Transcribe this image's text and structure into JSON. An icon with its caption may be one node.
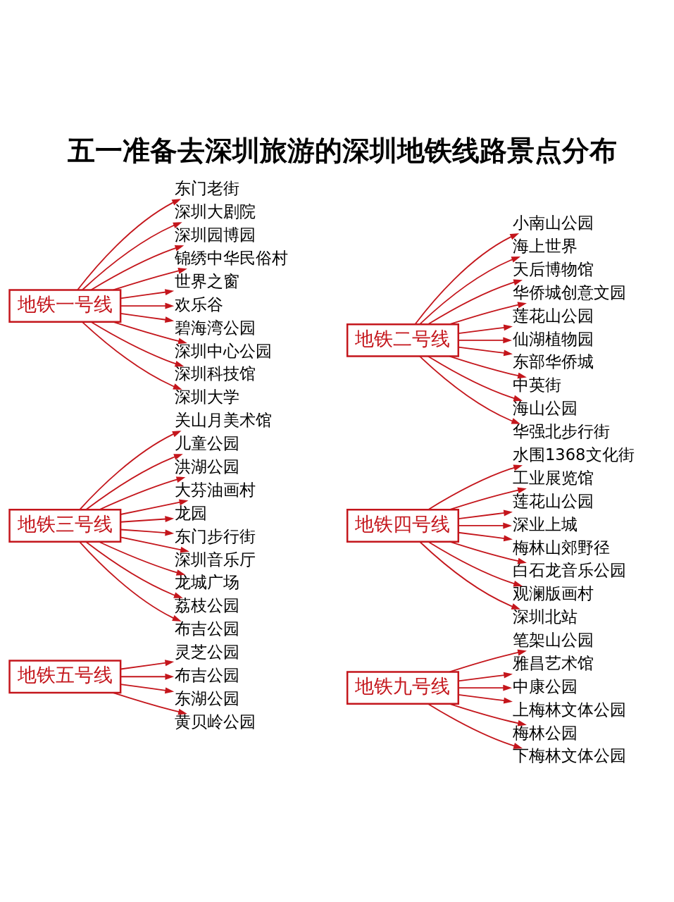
{
  "diagram": {
    "title": "五一准备去深圳旅游的深圳地铁线路景点分布",
    "nodes": [
      {
        "text": [
          "地铁一号线"
        ]
      },
      {
        "text": [
          "东门老街"
        ]
      },
      {
        "text": [
          "深圳大剧院"
        ]
      },
      {
        "text": [
          "深圳园博园"
        ]
      },
      {
        "text": [
          "锦绣中华民俗村"
        ]
      },
      {
        "text": [
          "世界之窗"
        ]
      },
      {
        "text": [
          "欢乐谷"
        ]
      },
      {
        "text": [
          "碧海湾公园"
        ]
      },
      {
        "text": [
          "深圳中心公园"
        ]
      },
      {
        "text": [
          "深圳科技馆"
        ]
      },
      {
        "text": [
          "深圳大学"
        ]
      },
      {
        "text": [
          "地铁二号线"
        ]
      },
      {
        "text": [
          "小南山公园"
        ]
      },
      {
        "text": [
          "海上世界"
        ]
      },
      {
        "text": [
          "天后博物馆"
        ]
      },
      {
        "text": [
          "华侨城创意文园"
        ]
      },
      {
        "text": [
          "莲花山公园"
        ]
      },
      {
        "text": [
          "仙湖植物园"
        ]
      },
      {
        "text": [
          "东部华侨城"
        ]
      },
      {
        "text": [
          "中英街"
        ]
      },
      {
        "text": [
          "海山公园"
        ]
      },
      {
        "text": [
          "华强北步行街"
        ]
      },
      {
        "text": [
          "地铁三号线"
        ]
      },
      {
        "text": [
          "关山月美术馆"
        ]
      },
      {
        "text": [
          "儿童公园"
        ]
      },
      {
        "text": [
          "洪湖公园"
        ]
      },
      {
        "text": [
          "大芬油画村"
        ]
      },
      {
        "text": [
          "龙园"
        ]
      },
      {
        "text": [
          "东门步行街"
        ]
      },
      {
        "text": [
          "深圳音乐厅"
        ]
      },
      {
        "text": [
          "龙城广场"
        ]
      },
      {
        "text": [
          "荔枝公园"
        ]
      },
      {
        "text": [
          "布吉公园"
        ]
      },
      {
        "text": [
          "地铁四号线"
        ]
      },
      {
        "text": [
          "水围1368文化街"
        ]
      },
      {
        "text": [
          "工业展览馆"
        ]
      },
      {
        "text": [
          "莲花山公园"
        ]
      },
      {
        "text": [
          "深业上城"
        ]
      },
      {
        "text": [
          "梅林山郊野径"
        ]
      },
      {
        "text": [
          "白石龙音乐公园"
        ]
      },
      {
        "text": [
          "观澜版画村"
        ]
      },
      {
        "text": [
          "深圳北站"
        ]
      },
      {
        "text": [
          "地铁五号线"
        ]
      },
      {
        "text": [
          "灵芝公园"
        ]
      },
      {
        "text": [
          "布吉公园"
        ]
      },
      {
        "text": [
          "东湖公园"
        ]
      },
      {
        "text": [
          "黄贝岭公园"
        ]
      },
      {
        "text": [
          "地铁九号线"
        ]
      },
      {
        "text": [
          "笔架山公园"
        ]
      },
      {
        "text": [
          "雅昌艺术馆"
        ]
      },
      {
        "text": [
          "中康公园"
        ]
      },
      {
        "text": [
          "上梅林文体公园"
        ]
      },
      {
        "text": [
          "梅林公园"
        ]
      },
      {
        "text": [
          "下梅林文体公园"
        ]
      }
    ],
    "edges": [
      {
        "from": 0,
        "to": 1,
        "arrow": "to"
      },
      {
        "from": 0,
        "to": 2,
        "arrow": "to"
      },
      {
        "from": 0,
        "to": 3,
        "arrow": "to"
      },
      {
        "from": 0,
        "to": 4,
        "arrow": "to"
      },
      {
        "from": 0,
        "to": 5,
        "arrow": "to"
      },
      {
        "from": 0,
        "to": 6,
        "arrow": "to"
      },
      {
        "from": 0,
        "to": 7,
        "arrow": "to"
      },
      {
        "from": 0,
        "to": 8,
        "arrow": "to"
      },
      {
        "from": 0,
        "to": 9,
        "arrow": "to"
      },
      {
        "from": 0,
        "to": 10,
        "arrow": "to"
      },
      {
        "from": 11,
        "to": 12,
        "arrow": "to"
      },
      {
        "from": 11,
        "to": 13,
        "arrow": "to"
      },
      {
        "from": 11,
        "to": 14,
        "arrow": "to"
      },
      {
        "from": 11,
        "to": 15,
        "arrow": "to"
      },
      {
        "from": 11,
        "to": 16,
        "arrow": "to"
      },
      {
        "from": 11,
        "to": 17,
        "arrow": "to"
      },
      {
        "from": 11,
        "to": 18,
        "arrow": "to"
      },
      {
        "from": 11,
        "to": 19,
        "arrow": "to"
      },
      {
        "from": 11,
        "to": 20,
        "arrow": "to"
      },
      {
        "from": 11,
        "to": 21,
        "arrow": "to"
      },
      {
        "from": 22,
        "to": 23,
        "arrow": "to"
      },
      {
        "from": 22,
        "to": 24,
        "arrow": "to"
      },
      {
        "from": 22,
        "to": 25,
        "arrow": "to"
      },
      {
        "from": 22,
        "to": 26,
        "arrow": "to"
      },
      {
        "from": 22,
        "to": 27,
        "arrow": "to"
      },
      {
        "from": 22,
        "to": 28,
        "arrow": "to"
      },
      {
        "from": 22,
        "to": 29,
        "arrow": "to"
      },
      {
        "from": 22,
        "to": 30,
        "arrow": "to"
      },
      {
        "from": 22,
        "to": 31,
        "arrow": "to"
      },
      {
        "from": 22,
        "to": 32,
        "arrow": "to"
      },
      {
        "from": 33,
        "to": 34,
        "arrow": "to"
      },
      {
        "from": 33,
        "to": 35,
        "arrow": "to"
      },
      {
        "from": 33,
        "to": 36,
        "arrow": "to"
      },
      {
        "from": 33,
        "to": 37,
        "arrow": "to"
      },
      {
        "from": 33,
        "to": 38,
        "arrow": "to"
      },
      {
        "from": 33,
        "to": 39,
        "arrow": "to"
      },
      {
        "from": 33,
        "to": 40,
        "arrow": "to"
      },
      {
        "from": 33,
        "to": 41,
        "arrow": "to"
      },
      {
        "from": 42,
        "to": 43,
        "arrow": "to"
      },
      {
        "from": 42,
        "to": 44,
        "arrow": "to"
      },
      {
        "from": 42,
        "to": 45,
        "arrow": "to"
      },
      {
        "from": 42,
        "to": 46,
        "arrow": "to"
      },
      {
        "from": 47,
        "to": 48,
        "arrow": "to"
      },
      {
        "from": 47,
        "to": 49,
        "arrow": "to"
      },
      {
        "from": 47,
        "to": 50,
        "arrow": "to"
      },
      {
        "from": 47,
        "to": 51,
        "arrow": "to"
      },
      {
        "from": 47,
        "to": 52,
        "arrow": "to"
      },
      {
        "from": 47,
        "to": 53,
        "arrow": "to"
      }
    ]
  }
}
